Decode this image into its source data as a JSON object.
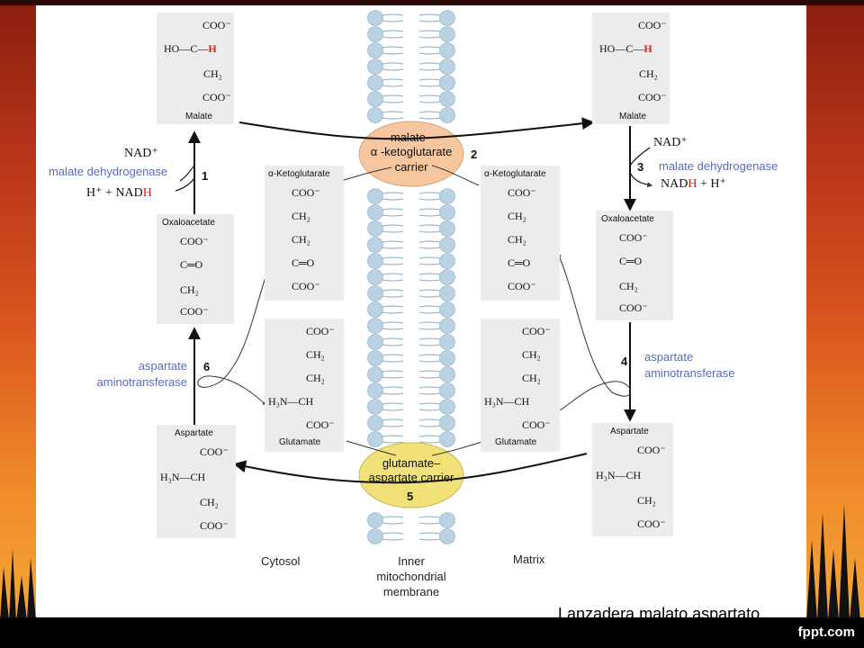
{
  "slide": {
    "caption": "Lanzadera malato aspartato",
    "brand": "fppt.com"
  },
  "membrane": {
    "label_line1": "Inner",
    "label_line2": "mitochondrial",
    "label_line3": "membrane"
  },
  "regions": {
    "cytosol": "Cytosol",
    "matrix": "Matrix"
  },
  "carriers": {
    "top": {
      "line1": "malate–",
      "line2": "α -ketoglutarate",
      "line3": "carrier",
      "step": "2"
    },
    "bottom": {
      "line1": "glutamate–",
      "line2": "aspartate carrier",
      "step": "5"
    }
  },
  "enzymes": {
    "mdh_left": "malate dehydrogenase",
    "mdh_right": "malate dehydrogenase",
    "ast_left_line1": "aspartate",
    "ast_left_line2": "aminotransferase",
    "ast_right_line1": "aspartate",
    "ast_right_line2": "aminotransferase"
  },
  "steps": {
    "s1": "1",
    "s3": "3",
    "s4": "4",
    "s6": "6"
  },
  "cofactors": {
    "nad_left": "NAD⁺",
    "nadh_left_a": "H⁺ + NAD",
    "nadh_left_b": "H",
    "nad_right": "NAD⁺",
    "nadh_right_a": "NAD",
    "nadh_right_b": "H",
    "nadh_right_c": " + H⁺"
  },
  "molecules": {
    "malate_cyt": {
      "name": "Malate",
      "l1": "COO⁻",
      "l2a": "HO—C—",
      "l2b": "H",
      "l3": "CH₂",
      "l4": "COO⁻"
    },
    "malate_mat": {
      "name": "Malate",
      "l1": "COO⁻",
      "l2a": "HO—C—",
      "l2b": "H",
      "l3": "CH₂",
      "l4": "COO⁻"
    },
    "oaa_cyt": {
      "name": "Oxaloacetate",
      "l1": "COO⁻",
      "l2": "C═O",
      "l3": "CH₂",
      "l4": "COO⁻"
    },
    "oaa_mat": {
      "name": "Oxaloacetate",
      "l1": "COO⁻",
      "l2": "C═O",
      "l3": "CH₂",
      "l4": "COO⁻"
    },
    "akg_cyt": {
      "name": "α-Ketoglutarate",
      "l1": "COO⁻",
      "l2": "CH₂",
      "l3": "CH₂",
      "l4": "C═O",
      "l5": "COO⁻"
    },
    "akg_mat": {
      "name": "α-Ketoglutarate",
      "l1": "COO⁻",
      "l2": "CH₂",
      "l3": "CH₂",
      "l4": "C═O",
      "l5": "COO⁻"
    },
    "glu_cyt": {
      "name": "Glutamate",
      "l1": "COO⁻",
      "l2": "CH₂",
      "l3": "CH₂",
      "l4": "H₃N—CH",
      "l5": "COO⁻"
    },
    "glu_mat": {
      "name": "Glutamate",
      "l1": "COO⁻",
      "l2": "CH₂",
      "l3": "CH₂",
      "l4": "H₃N—CH",
      "l5": "COO⁻"
    },
    "asp_cyt": {
      "name": "Aspartate",
      "l1": "COO⁻",
      "l2": "H₃N—CH",
      "l3": "CH₂",
      "l4": "COO⁻"
    },
    "asp_mat": {
      "name": "Aspartate",
      "l1": "COO⁻",
      "l2": "H₃N—CH",
      "l3": "CH₂",
      "l4": "COO⁻"
    }
  },
  "colors": {
    "membrane_head": "#b9d3e3",
    "carrier_top": "#f6c79e",
    "carrier_bottom": "#f0e278",
    "enzyme_text": "#5a6bb5",
    "highlight_h": "#d21f1f"
  }
}
